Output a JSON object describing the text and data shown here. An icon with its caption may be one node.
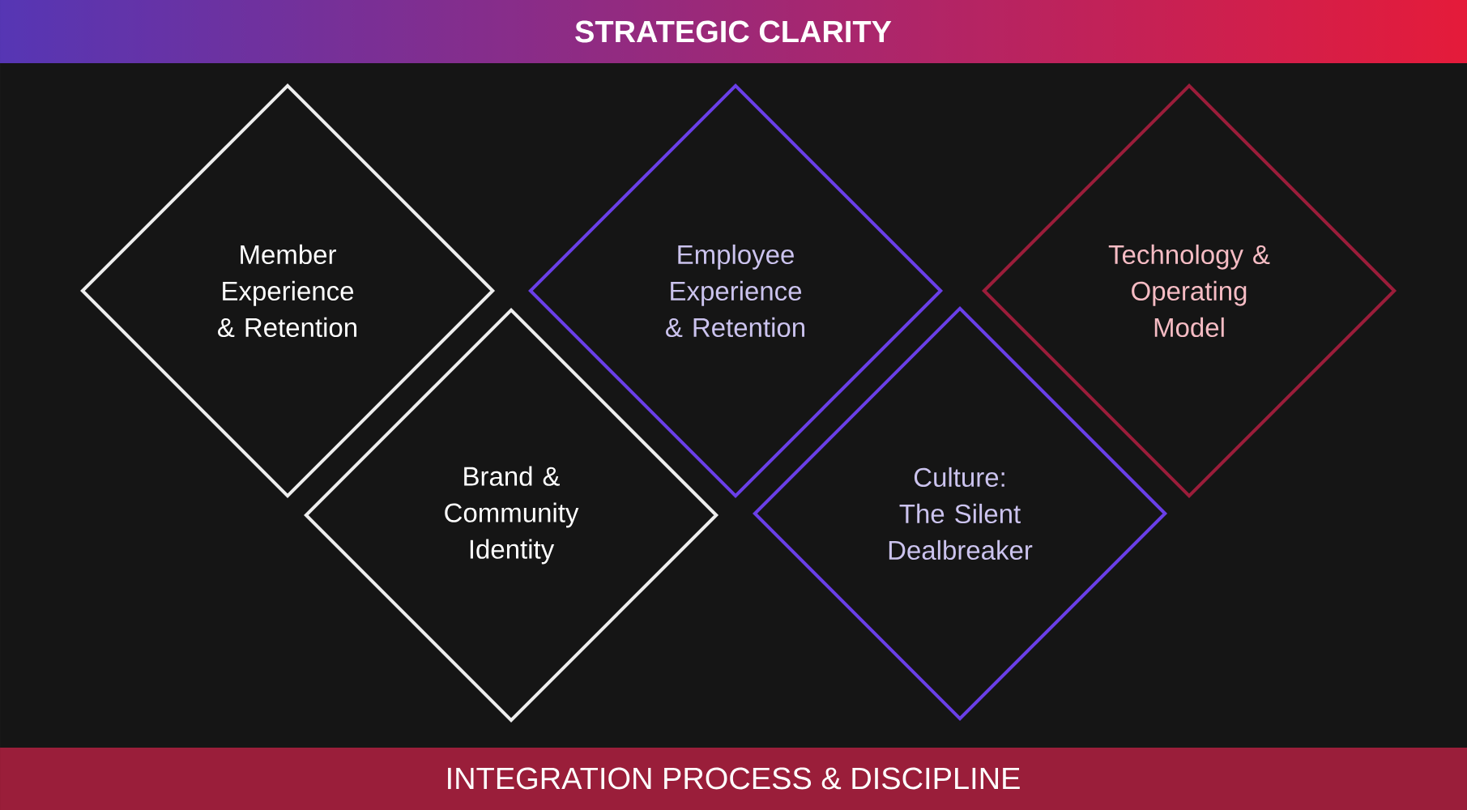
{
  "diagram": {
    "nodes": [
      {
        "text": [
          "STRATEGIC CLARITY"
        ]
      },
      {
        "text": [
          "Member Experience & Retention"
        ]
      },
      {
        "text": [
          "Employee Experience & Retention"
        ]
      },
      {
        "text": [
          "Technology & Operating Model"
        ]
      },
      {
        "text": [
          "Brand & Community Identity"
        ]
      },
      {
        "text": [
          "Culture: The Silent Dealbreaker"
        ]
      },
      {
        "text": [
          "INTEGRATION PROCESS & DISCIPLINE"
        ]
      }
    ]
  }
}
